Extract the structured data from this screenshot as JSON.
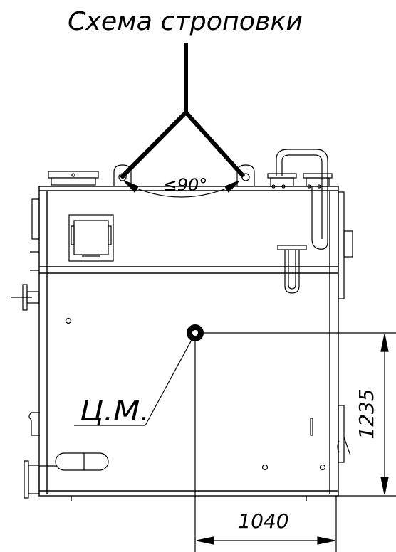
{
  "title": "Схема строповки",
  "labels": {
    "angle": "≤90°",
    "center_mass": "Ц.М.",
    "height_dim": "1235",
    "width_dim": "1040"
  },
  "colors": {
    "line": "#000000",
    "background": "#ffffff"
  }
}
